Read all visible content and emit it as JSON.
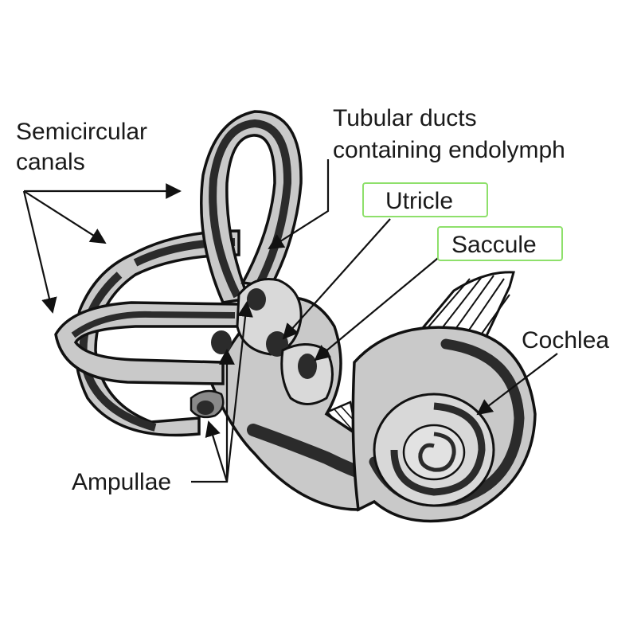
{
  "labels": {
    "semicircular_line1": "Semicircular",
    "semicircular_line2": "canals",
    "tubular_line1": "Tubular ducts",
    "tubular_line2": "containing endolymph",
    "utricle": "Utricle",
    "saccule": "Saccule",
    "cochlea": "Cochlea",
    "ampullae": "Ampullae"
  },
  "colors": {
    "duct_dark": "#2b2b2b",
    "tissue_gray": "#c7c7c7",
    "outline": "#111111",
    "highlight_box_border": "#8ee06b",
    "background": "#ffffff"
  }
}
